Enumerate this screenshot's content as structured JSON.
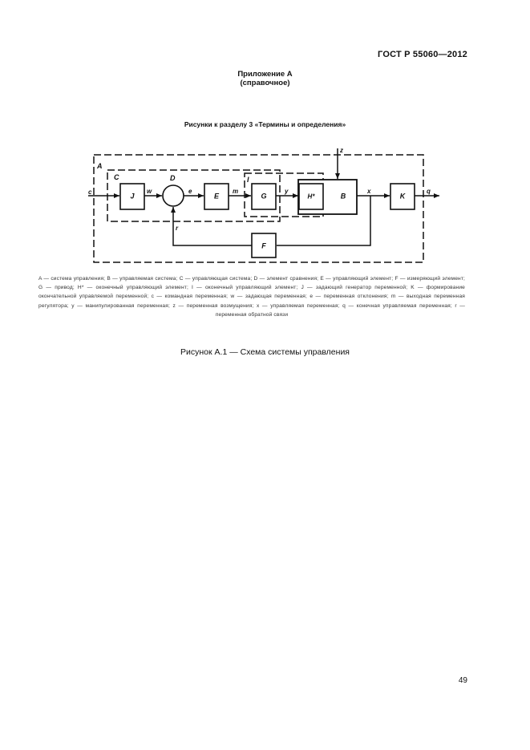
{
  "header": {
    "standard": "ГОСТ Р 55060—2012"
  },
  "appendix": {
    "title": "Приложение А",
    "subtitle": "(справочное)"
  },
  "section_heading": "Рисунки к разделу 3 «Термины и определения»",
  "diagram": {
    "frame_labels": {
      "A": "A",
      "C": "C",
      "I": "I",
      "D": "D"
    },
    "blocks": {
      "J": "J",
      "E": "E",
      "G": "G",
      "H": "H*",
      "B": "B",
      "K": "K",
      "F": "F"
    },
    "signals": {
      "c": "c",
      "w": "w",
      "e": "e",
      "m": "m",
      "y": "y",
      "x": "x",
      "q": "q",
      "z": "z",
      "r": "r"
    }
  },
  "legend": "A — система управления; B — управляемая система; C — управляющая система; D — элемент сравнения; E — управляющий элемент; F — измеряющий элемент; G — привод; H* — оконечный управляющий элемент; I — оконечный управляющий элемент; J — задающий генератор переменной; K — формирование окончательной управляемой переменной; c — командная переменная; w — задающая переменная; e — переменная отклонения; m — выходная переменная регулятора; y — манипулированная переменная; z — переменная возмущения; x — управляемая переменная; q — конечная управляемая переменная; r — переменная обратной связи",
  "caption": "Рисунок А.1 — Схема системы управления",
  "page_number": "49"
}
